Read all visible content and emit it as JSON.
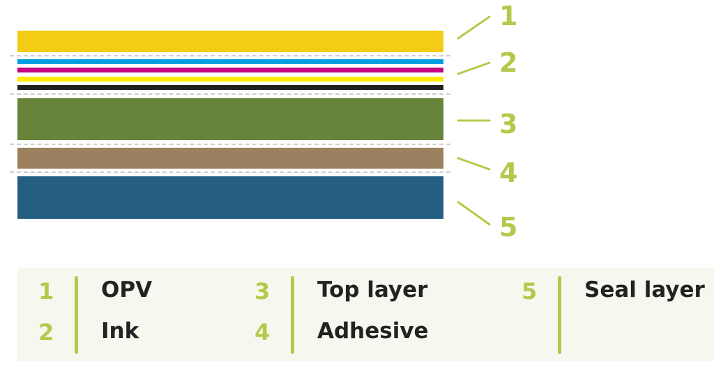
{
  "layers": [
    {
      "id": "1",
      "label": "OPV",
      "colors": [
        "#f2cc15"
      ]
    },
    {
      "id": "2",
      "label": "Ink",
      "colors": [
        "#009fe0",
        "#c6007e",
        "#ffed00",
        "#222222"
      ]
    },
    {
      "id": "3",
      "label": "Top layer",
      "colors": [
        "#67843a"
      ]
    },
    {
      "id": "4",
      "label": "Adhesive",
      "colors": [
        "#9b815f"
      ]
    },
    {
      "id": "5",
      "label": "Seal layer",
      "colors": [
        "#245e82"
      ]
    }
  ],
  "accent": "#b4c94b"
}
